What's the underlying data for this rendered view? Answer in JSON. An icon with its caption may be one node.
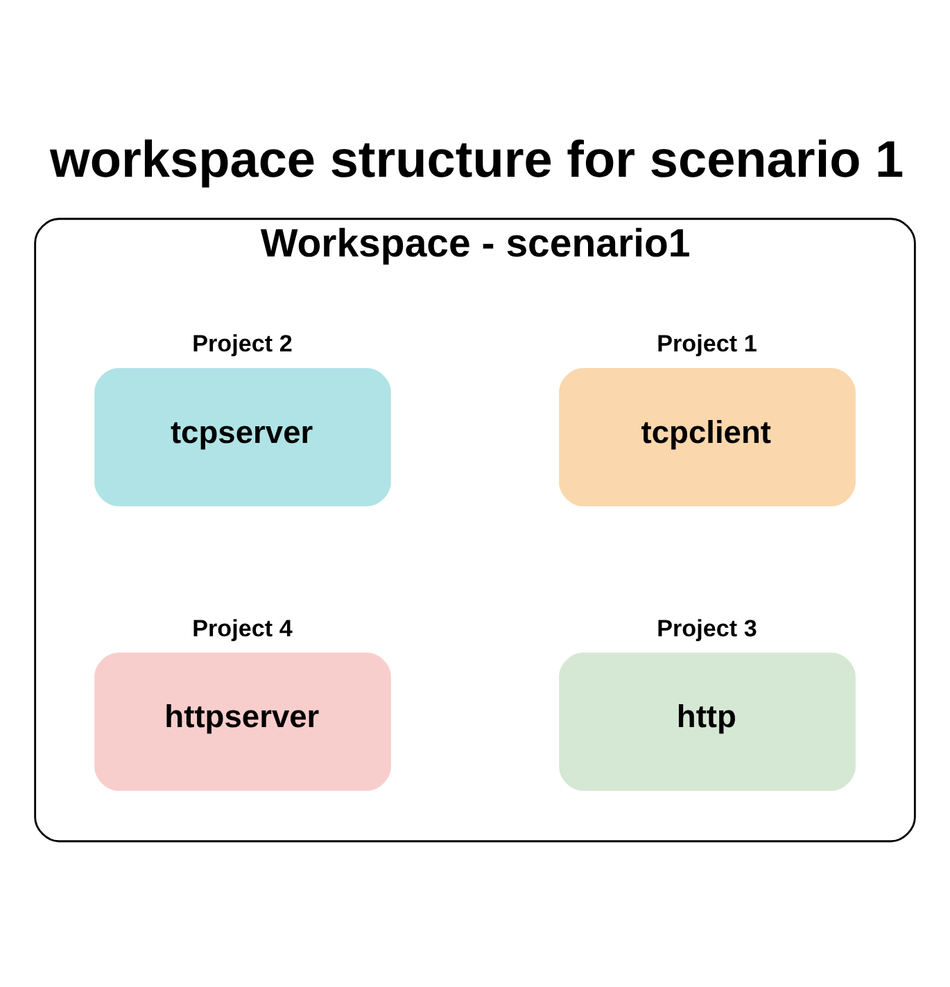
{
  "diagram": {
    "title": "workspace structure for scenario 1",
    "nodes": [
      {
        "text": [
          "Workspace - scenario1"
        ]
      },
      {
        "text": [
          "tcpclient"
        ],
        "beside": [
          "Project 1"
        ],
        "in": 0
      },
      {
        "text": [
          "tcpserver"
        ],
        "beside": [
          "Project 2"
        ],
        "in": 0
      },
      {
        "text": [
          "http"
        ],
        "beside": [
          "Project 3"
        ],
        "in": 0
      },
      {
        "text": [
          "httpserver"
        ],
        "beside": [
          "Project 4"
        ],
        "in": 0
      }
    ],
    "edges": []
  }
}
